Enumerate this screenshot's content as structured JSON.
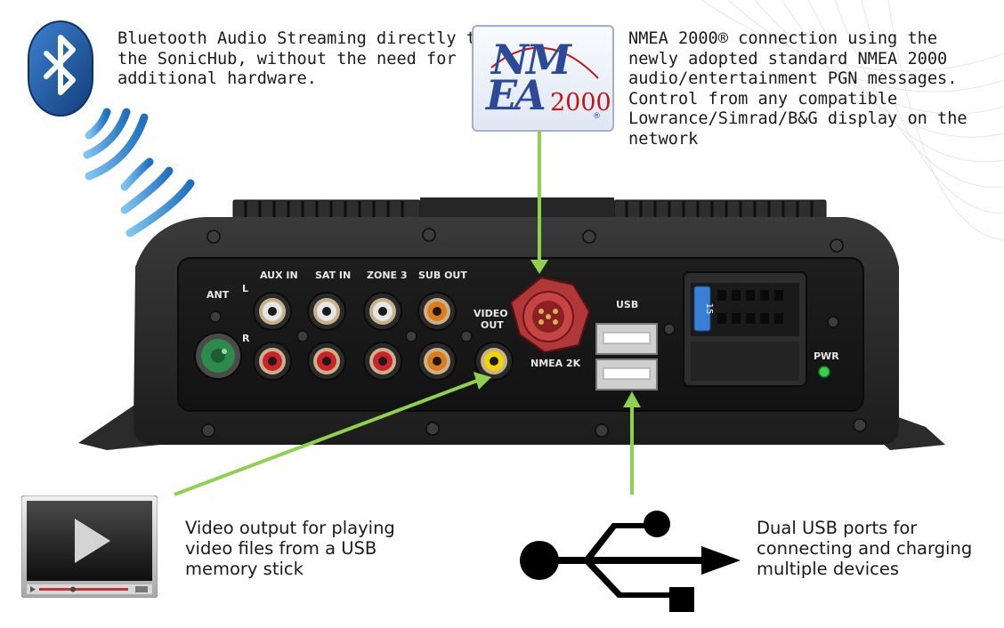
{
  "captions": {
    "bluetooth": "Bluetooth Audio Streaming directly to\nthe SonicHub, without the need for\nadditional hardware.",
    "nmea": "NMEA 2000® connection using the\nnewly adopted standard NMEA 2000\naudio/entertainment PGN messages.\nControl from any compatible\nLowrance/Simrad/B&G display on the\nnetwork",
    "video": "Video output for playing\nvideo files from a USB\nmemory stick",
    "usb": "Dual USB ports for\nconnecting and charging\nmultiple devices"
  },
  "logo": {
    "nm": "NM",
    "ea": "EA",
    "year": "2000",
    "reg": "®"
  },
  "device_labels": {
    "ant": "ANT",
    "l": "L",
    "r": "R",
    "aux_in": "AUX IN",
    "sat_in": "SAT IN",
    "zone3": "ZONE 3",
    "sub_out": "SUB OUT",
    "video": "VIDEO",
    "out": "OUT",
    "nmea2k": "NMEA 2K",
    "usb": "USB",
    "pwr": "PWR",
    "fuse": "15"
  },
  "colors": {
    "arrow": "#8fd14f",
    "bluetooth_blue": "#1f5fa8",
    "device_body": "#2a2a2a",
    "rca_red": "#d0202a",
    "rca_white": "#e6e6e6",
    "rca_orange": "#e07a1a",
    "rca_yellow": "#f2d400",
    "pwr_led": "#3ccf4e"
  }
}
